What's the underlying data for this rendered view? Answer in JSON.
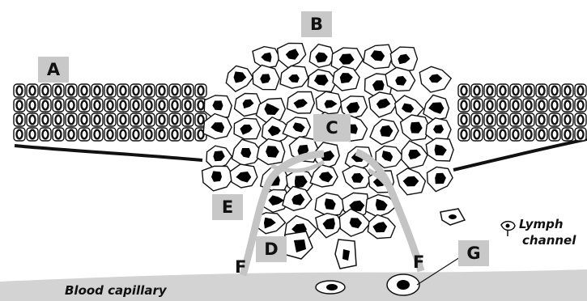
{
  "labels": {
    "a": "A",
    "b": "B",
    "c": "C",
    "d": "D",
    "e": "E",
    "f_left": "F",
    "f_right": "F",
    "g": "G"
  },
  "captions": {
    "blood_capillary": "Blood capillary",
    "lymph_line1": "Lymph",
    "lymph_line2": "channel"
  },
  "colors": {
    "label_box": "#c8c8c8",
    "vessel": "#d3d3d3",
    "outline": "#111111",
    "nucleus": "#000000"
  }
}
